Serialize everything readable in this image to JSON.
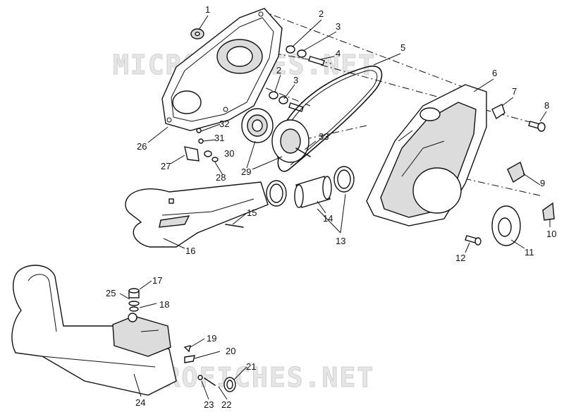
{
  "watermark": "MICROFICHES.NET",
  "callouts": [
    "1",
    "2",
    "3",
    "4",
    "5",
    "6",
    "7",
    "8",
    "9",
    "10",
    "11",
    "12",
    "13",
    "14",
    "15",
    "16",
    "17",
    "18",
    "19",
    "20",
    "21",
    "22",
    "23",
    "24",
    "25",
    "26",
    "27",
    "28",
    "29",
    "30",
    "31",
    "32",
    "33"
  ],
  "colors": {
    "line": "#111111",
    "shade": "#dcdcdc",
    "watermark": "#e6e6e6"
  }
}
